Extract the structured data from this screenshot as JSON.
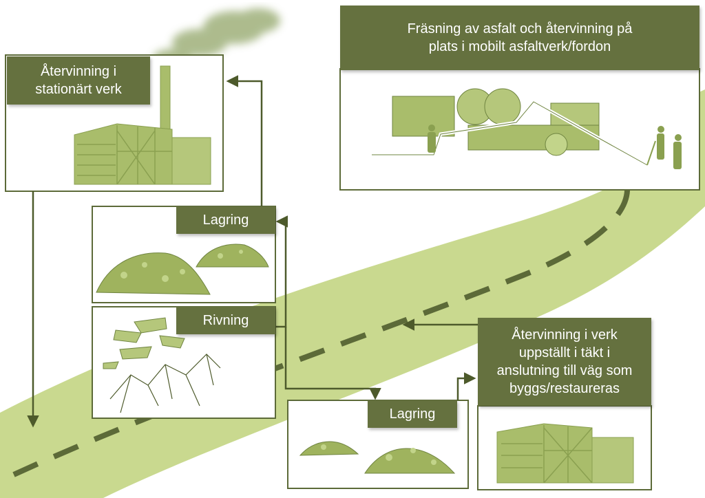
{
  "colors": {
    "road": "#c9d98f",
    "road_dash": "#5c6a38",
    "box_fill": "#65713f",
    "box_text": "#ffffff",
    "frame": "#5c6a38",
    "arrow": "#4d5a2b",
    "building": "#a9bd6b",
    "building_dark": "#8aa050",
    "rubble": "#9fb35e",
    "smoke": "#9fb07a"
  },
  "boxes": {
    "stationary": {
      "line1": "Återvinning i",
      "line2": "stationärt verk"
    },
    "mobile": {
      "line1": "Fräsning av asfalt och återvinning på",
      "line2": "plats i mobilt asfaltverk/fordon"
    },
    "storage_top": {
      "label": "Lagring"
    },
    "demolition": {
      "label": "Rivning"
    },
    "storage_bottom": {
      "label": "Lagring"
    },
    "quarry": {
      "line1": "Återvinning i verk",
      "line2": "uppställt i täkt i",
      "line3": "anslutning till väg som",
      "line4": "byggs/restaureras"
    }
  },
  "icons": [
    "factory-icon",
    "smokestack-icon",
    "asphalt-pile-icon",
    "broken-asphalt-icon",
    "paving-machine-icon",
    "road-worker-icon"
  ]
}
